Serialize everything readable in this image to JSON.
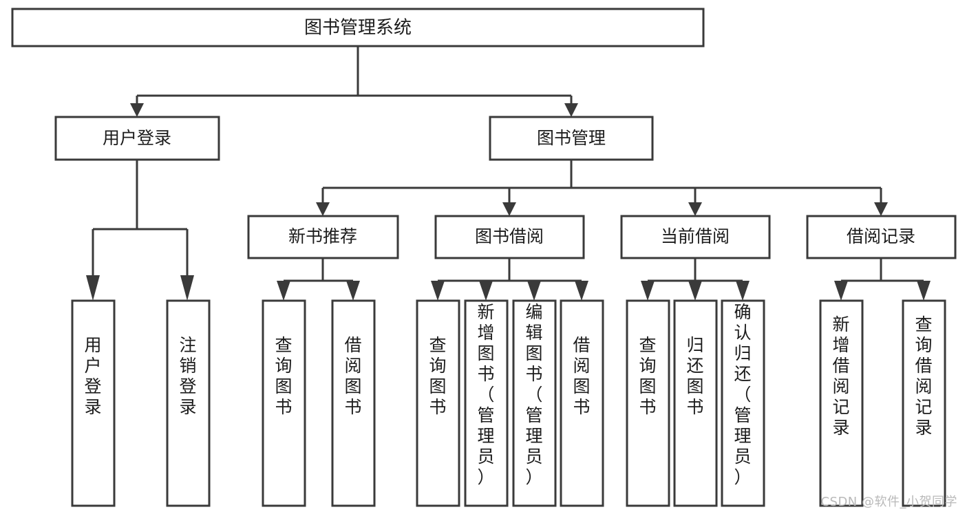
{
  "diagram": {
    "type": "tree-flowchart",
    "title": "图书管理系统",
    "root": {
      "id": "root",
      "label": "图书管理系统",
      "orientation": "horizontal"
    },
    "level2": [
      {
        "id": "user-login",
        "label": "用户登录",
        "orientation": "horizontal"
      },
      {
        "id": "book-management",
        "label": "图书管理",
        "orientation": "horizontal"
      }
    ],
    "level3": [
      {
        "id": "new-book-recommend",
        "label": "新书推荐",
        "orientation": "horizontal",
        "parent": "book-management"
      },
      {
        "id": "book-borrow",
        "label": "图书借阅",
        "orientation": "horizontal",
        "parent": "book-management"
      },
      {
        "id": "current-borrow",
        "label": "当前借阅",
        "orientation": "horizontal",
        "parent": "book-management"
      },
      {
        "id": "borrow-record",
        "label": "借阅记录",
        "orientation": "horizontal",
        "parent": "book-management"
      }
    ],
    "leaves": [
      {
        "id": "leaf-user-login",
        "label": "用户登录",
        "orientation": "vertical",
        "parent": "user-login"
      },
      {
        "id": "leaf-user-logout",
        "label": "注销登录",
        "orientation": "vertical",
        "parent": "user-login"
      },
      {
        "id": "leaf-query-book-1",
        "label": "查询图书",
        "orientation": "vertical",
        "parent": "new-book-recommend"
      },
      {
        "id": "leaf-borrow-book-1",
        "label": "借阅图书",
        "orientation": "vertical",
        "parent": "new-book-recommend"
      },
      {
        "id": "leaf-query-book-2",
        "label": "查询图书",
        "orientation": "vertical",
        "parent": "book-borrow"
      },
      {
        "id": "leaf-add-book",
        "label": "新增图书（管理员）",
        "orientation": "vertical",
        "parent": "book-borrow"
      },
      {
        "id": "leaf-edit-book",
        "label": "编辑图书（管理员）",
        "orientation": "vertical",
        "parent": "book-borrow"
      },
      {
        "id": "leaf-borrow-book-2",
        "label": "借阅图书",
        "orientation": "vertical",
        "parent": "book-borrow"
      },
      {
        "id": "leaf-query-book-3",
        "label": "查询图书",
        "orientation": "vertical",
        "parent": "current-borrow"
      },
      {
        "id": "leaf-return-book",
        "label": "归还图书",
        "orientation": "vertical",
        "parent": "current-borrow"
      },
      {
        "id": "leaf-confirm-return",
        "label": "确认归还（管理员）",
        "orientation": "vertical",
        "parent": "current-borrow"
      },
      {
        "id": "leaf-add-record",
        "label": "新增借阅记录",
        "orientation": "vertical",
        "parent": "borrow-record"
      },
      {
        "id": "leaf-query-record",
        "label": "查询借阅记录",
        "orientation": "vertical",
        "parent": "borrow-record"
      }
    ]
  },
  "watermark": {
    "text": "CSDN @软件_小贺同学"
  },
  "colors": {
    "stroke": "#3a3a3a",
    "fill": "#ffffff",
    "text": "#1c1c1c",
    "watermark": "#b9b9b9"
  }
}
